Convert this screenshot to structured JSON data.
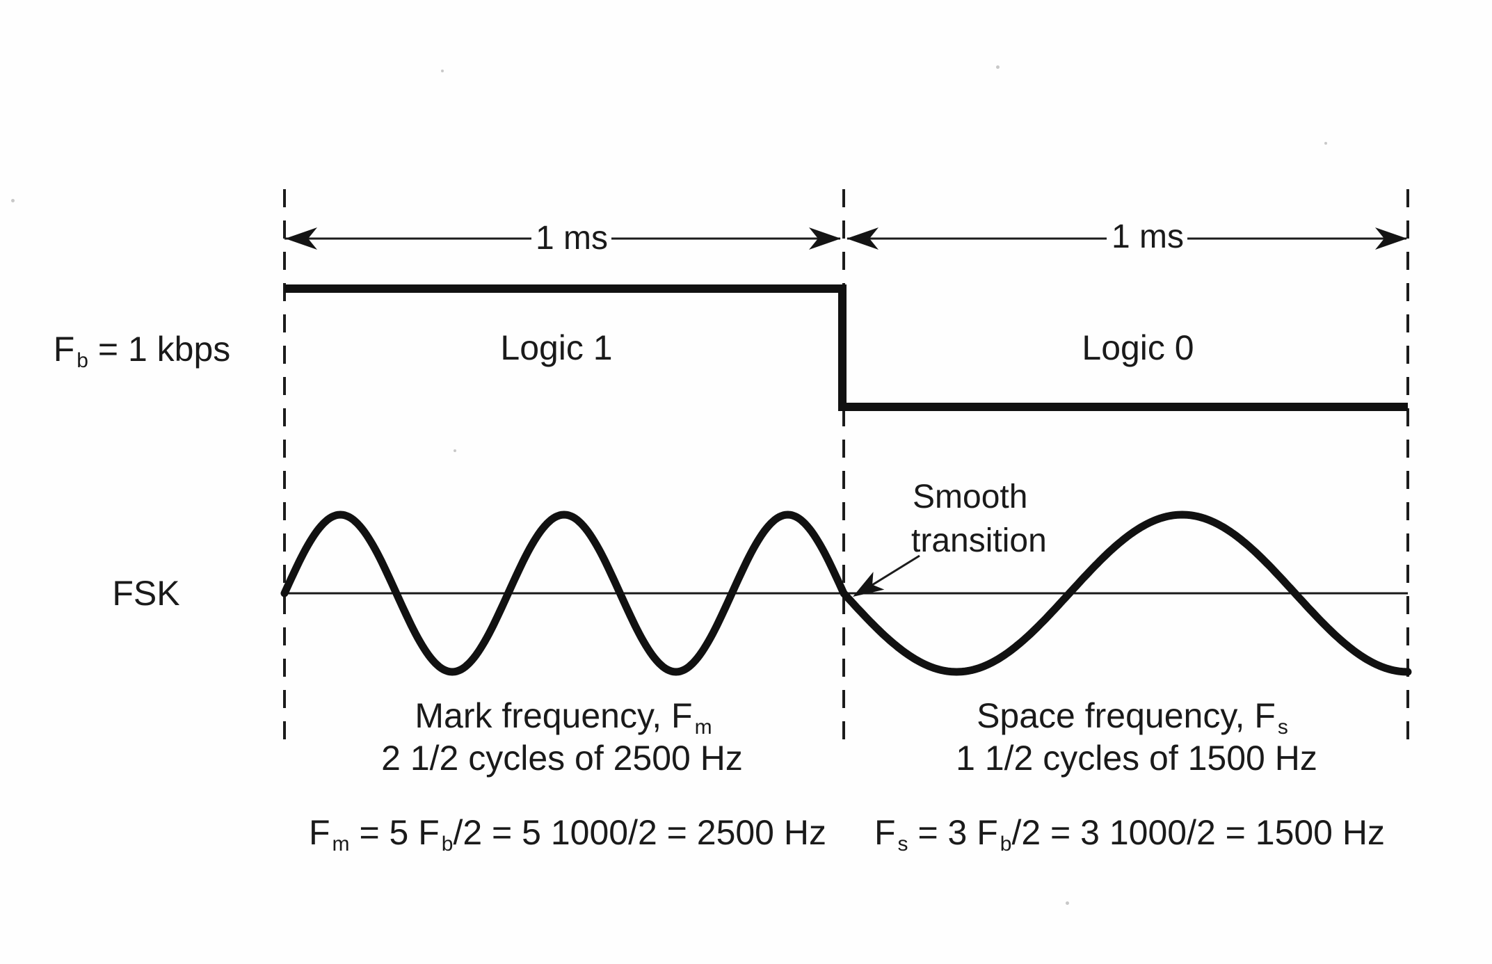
{
  "colors": {
    "ink": "#1a1a1a",
    "background": "#fefefe"
  },
  "dimensions": {
    "interval1_label": "1 ms",
    "interval2_label": "1 ms"
  },
  "digital_signal": {
    "rate_label_rich": [
      {
        "t": "F"
      },
      {
        "s": "b"
      },
      {
        "t": " = 1 kbps"
      }
    ],
    "logic1_label": "Logic 1",
    "logic0_label": "Logic 0"
  },
  "fsk": {
    "axis_label": "FSK",
    "annotation": {
      "line1": "Smooth",
      "line2": "transition"
    },
    "mark_caption_rich": [
      {
        "t": "Mark frequency, F"
      },
      {
        "s": "m"
      }
    ],
    "mark_cycles_caption": "2 1/2 cycles of 2500 Hz",
    "space_caption_rich": [
      {
        "t": "Space frequency, F"
      },
      {
        "s": "s"
      }
    ],
    "space_cycles_caption": "1 1/2 cycles of 1500 Hz"
  },
  "formulas": {
    "mark_rich": [
      {
        "t": "F"
      },
      {
        "s": "m"
      },
      {
        "t": " = 5 F"
      },
      {
        "s": "b"
      },
      {
        "t": "/2 = 5 1000/2 = 2500 Hz"
      }
    ],
    "space_rich": [
      {
        "t": "F"
      },
      {
        "s": "s"
      },
      {
        "t": " = 3 F"
      },
      {
        "s": "b"
      },
      {
        "t": "/2 = 3 1000/2 = 1500 Hz"
      }
    ]
  },
  "chart_data": {
    "type": "waveform-diagram",
    "bit_rate": "1 kbps",
    "intervals": [
      {
        "duration_ms": 1,
        "logic": "1",
        "name": "Mark",
        "frequency_hz": 2500,
        "cycles_labeled": 2.5,
        "cycles_drawn": 2.5,
        "start_phase": "zero-rising"
      },
      {
        "duration_ms": 1,
        "logic": "0",
        "name": "Space",
        "frequency_hz": 1500,
        "cycles_labeled": 1.5,
        "cycles_drawn": 1.25,
        "start_phase": "zero-falling"
      }
    ],
    "annotations": [
      "Smooth transition at bit boundary"
    ]
  }
}
